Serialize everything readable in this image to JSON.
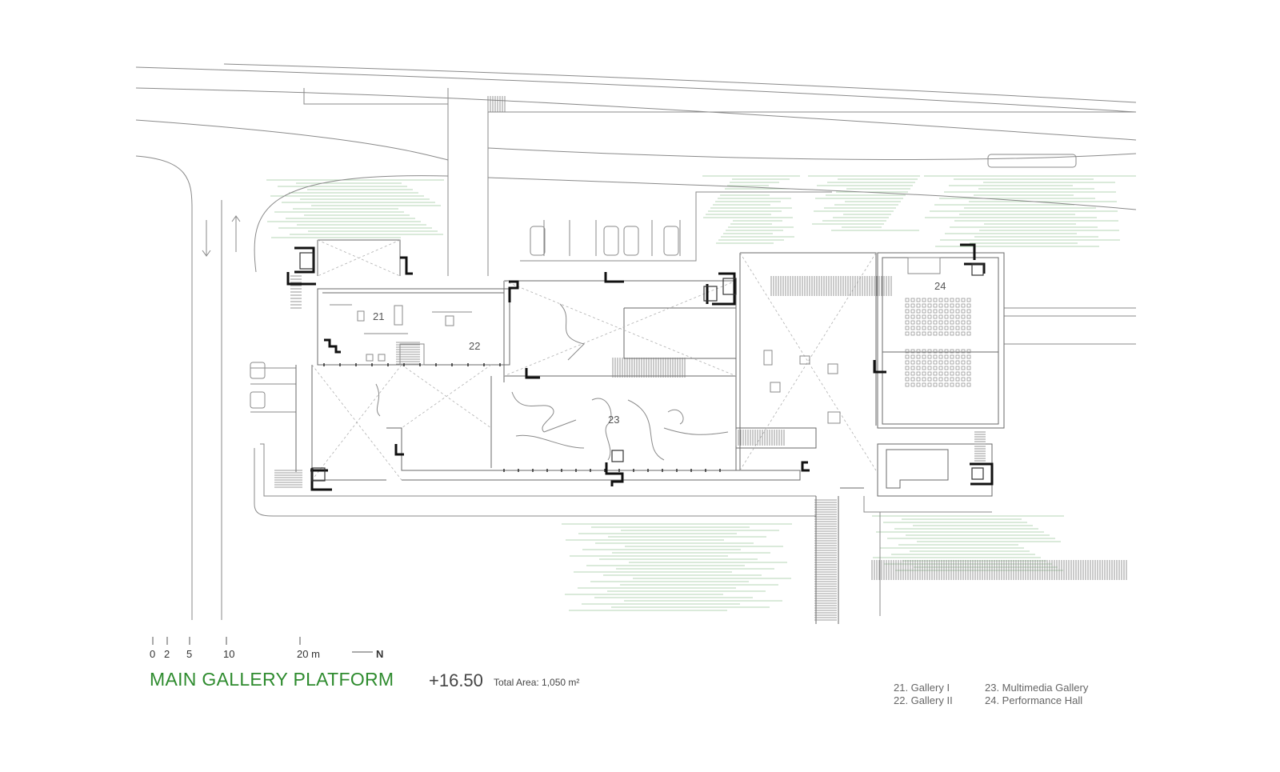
{
  "drawing": {
    "title": "MAIN GALLERY PLATFORM",
    "elevation": "+16.50",
    "total_area": "Total Area: 1,050 m²",
    "colors": {
      "linework": "#7a7a7a",
      "heavy": "#111111",
      "greenery": "#9cc69c",
      "title": "#2e8b2e"
    }
  },
  "scale_bar": {
    "ticks": [
      "0",
      "2",
      "5",
      "10",
      "20 m"
    ],
    "north": "N"
  },
  "rooms": [
    {
      "number": "21"
    },
    {
      "number": "22"
    },
    {
      "number": "23"
    },
    {
      "number": "24"
    }
  ],
  "legend": [
    {
      "text": "21. Gallery I"
    },
    {
      "text": "22. Gallery II"
    },
    {
      "text": "23. Multimedia Gallery"
    },
    {
      "text": "24. Performance Hall"
    }
  ]
}
